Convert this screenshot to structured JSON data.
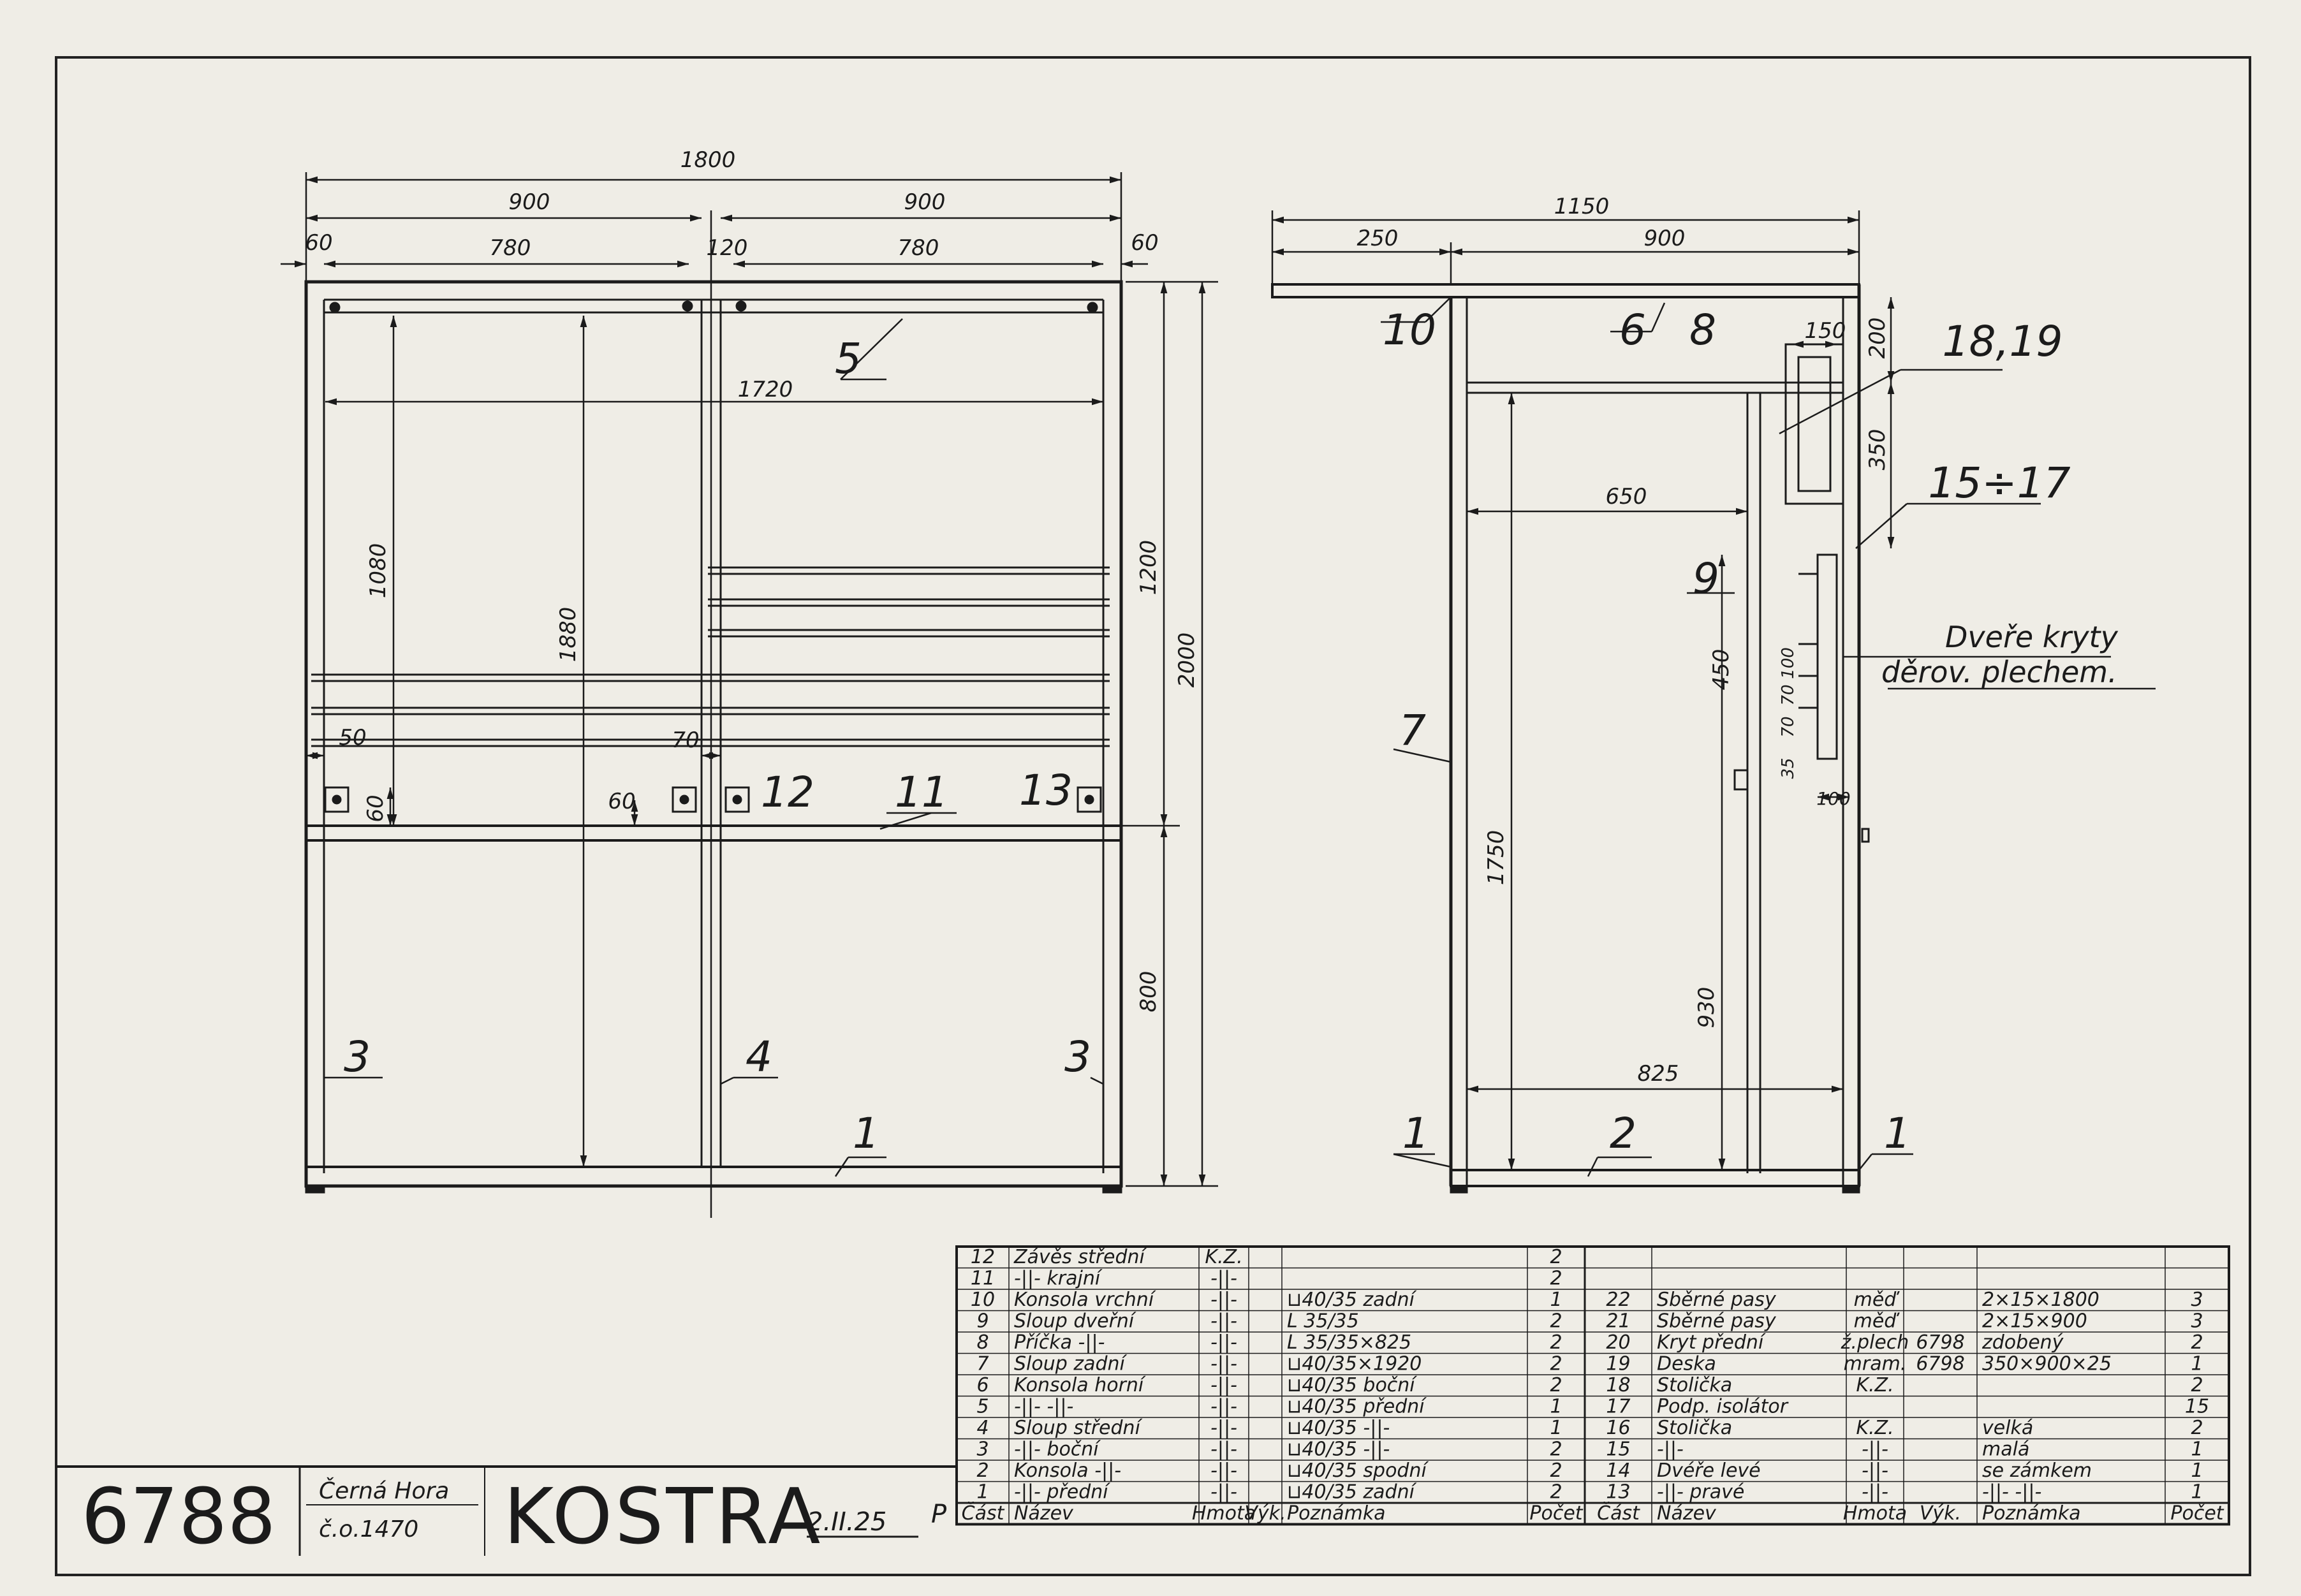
{
  "drawing": {
    "number": "6788",
    "title": "KOSTRA",
    "company": "Černá Hora",
    "order": "č.o.1470",
    "date": "2.II.25",
    "signature": "P"
  },
  "front_view": {
    "dims": {
      "total_width": "1800",
      "half_left": "900",
      "half_right": "900",
      "edge_left": "60",
      "edge_right": "60",
      "panel_left": "780",
      "panel_right": "780",
      "center": "120",
      "inner_width": "1720",
      "height_total": "2000",
      "height_upper": "1200",
      "height_lower": "800",
      "inner_height": "1880",
      "upper_inner": "1080",
      "d50": "50",
      "d70": "70",
      "d60a": "60",
      "d60b": "60"
    },
    "callouts": {
      "c5": "5",
      "c12": "12",
      "c11": "11",
      "c13": "13",
      "c3a": "3",
      "c4": "4",
      "c3b": "3",
      "c1": "1"
    }
  },
  "side_view": {
    "dims": {
      "total_depth": "1150",
      "front": "250",
      "back": "900",
      "d650": "650",
      "d825": "825",
      "d1750": "1750",
      "d930": "930",
      "d450": "450",
      "d150": "150",
      "d200": "200",
      "d350": "350",
      "d100a": "100",
      "d70a": "70",
      "d70b": "70",
      "d100b": "100",
      "d35": "35"
    },
    "callouts": {
      "c10": "10",
      "c6": "6",
      "c8": "8",
      "c1819": "18,19",
      "c1517": "15÷17",
      "c9": "9",
      "c7": "7",
      "c1a": "1",
      "c2": "2",
      "c1b": "1"
    },
    "note_line1": "Dveře kryty",
    "note_line2": "děrov. plechem."
  },
  "parts_table": {
    "headers": [
      "Část",
      "Název",
      "Hmota",
      "Výk.",
      "Poznámka",
      "Počet",
      "Část",
      "Název",
      "Hmota",
      "Výk.",
      "Poznámka",
      "Počet"
    ],
    "rows": [
      [
        "12",
        "Závěs střední",
        "K.Z.",
        "",
        "",
        "2",
        "",
        "",
        "",
        "",
        "",
        ""
      ],
      [
        "11",
        "-||- krajní",
        "-||-",
        "",
        "",
        "2",
        "",
        "",
        "",
        "",
        "",
        ""
      ],
      [
        "10",
        "Konsola vrchní",
        "-||-",
        "",
        "⊔40/35 zadní",
        "1",
        "22",
        "Sběrné pasy",
        "měď",
        "",
        "2×15×1800",
        "3"
      ],
      [
        "9",
        "Sloup dveřní",
        "-||-",
        "",
        "L 35/35",
        "2",
        "21",
        "Sběrné pasy",
        "měď",
        "",
        "2×15×900",
        "3"
      ],
      [
        "8",
        "Příčka -||-",
        "-||-",
        "",
        "L 35/35×825",
        "2",
        "20",
        "Kryt přední",
        "ž.plech",
        "6798",
        "zdobený",
        "2"
      ],
      [
        "7",
        "Sloup zadní",
        "-||-",
        "",
        "⊔40/35×1920",
        "2",
        "19",
        "Deska",
        "mram.",
        "6798",
        "350×900×25",
        "1"
      ],
      [
        "6",
        "Konsola horní",
        "-||-",
        "",
        "⊔40/35 boční",
        "2",
        "18",
        "Stolička",
        "K.Z.",
        "",
        "",
        "2"
      ],
      [
        "5",
        "-||- -||-",
        "-||-",
        "",
        "⊔40/35 přední",
        "1",
        "17",
        "Podp. isolátor",
        "",
        "",
        "",
        "15"
      ],
      [
        "4",
        "Sloup střední",
        "-||-",
        "",
        "⊔40/35 -||-",
        "1",
        "16",
        "Stolička",
        "K.Z.",
        "",
        "velká",
        "2"
      ],
      [
        "3",
        "-||- boční",
        "-||-",
        "",
        "⊔40/35 -||-",
        "2",
        "15",
        "-||-",
        "-||-",
        "",
        "malá",
        "1"
      ],
      [
        "2",
        "Konsola -||-",
        "-||-",
        "",
        "⊔40/35 spodní",
        "2",
        "14",
        "Dvéře levé",
        "-||-",
        "",
        "se zámkem",
        "1"
      ],
      [
        "1",
        "-||- přední",
        "-||-",
        "",
        "⊔40/35 zadní",
        "2",
        "13",
        "-||- pravé",
        "-||-",
        "",
        "-||- -||-",
        "1"
      ]
    ]
  }
}
